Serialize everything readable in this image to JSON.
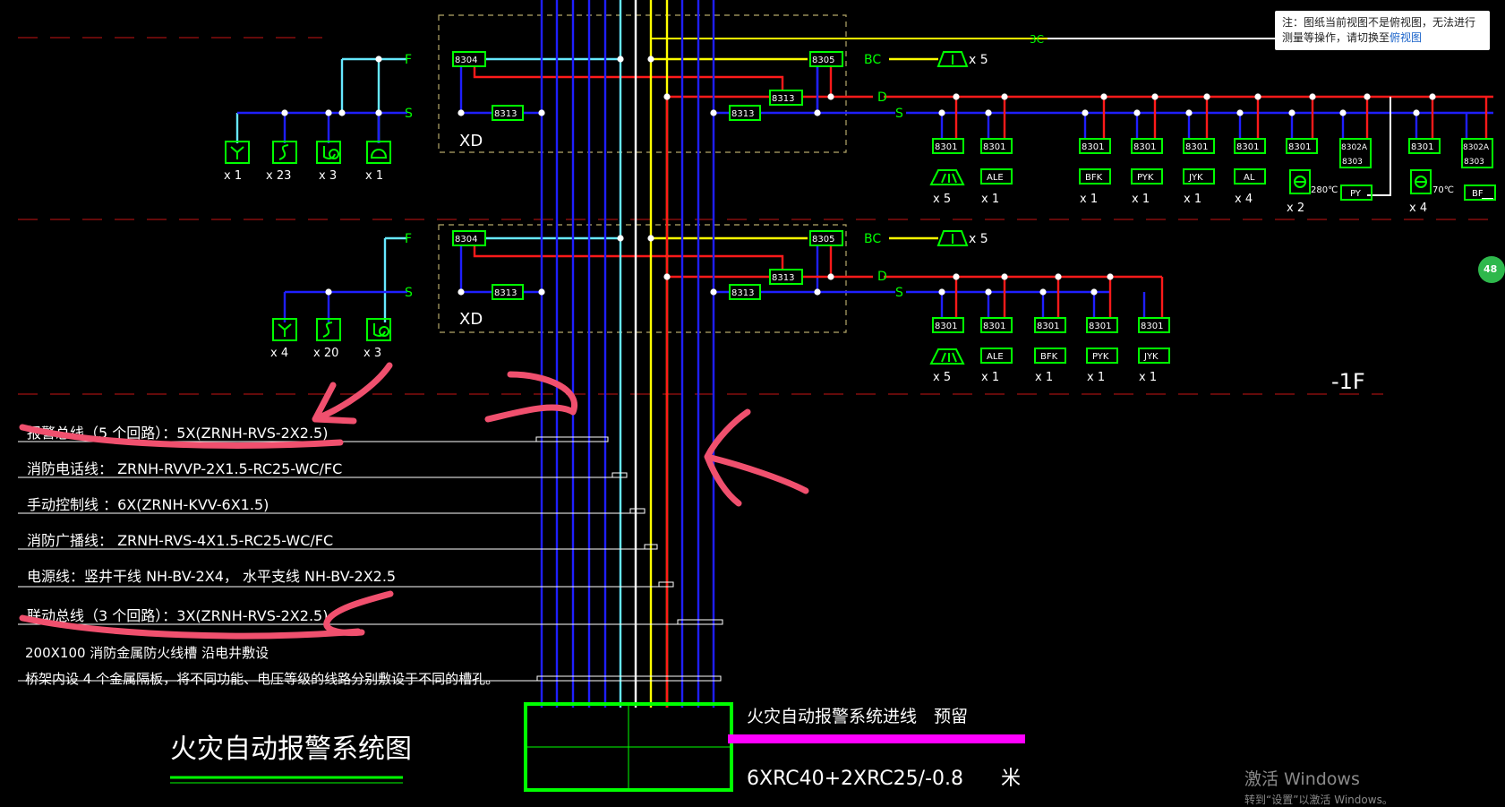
{
  "colors": {
    "background": "#000000",
    "device_green": "#00ff00",
    "cyan": "#66e8ff",
    "blue": "#1f1fff",
    "red": "#ff1a1a",
    "yellow": "#ffff00",
    "white": "#ffffff",
    "magenta": "#ff00ff",
    "dashed_red": "#a01010",
    "box_outline": "#b5a86a",
    "annotation": "#f0506e"
  },
  "viewer": {
    "note_text": "注：图纸当前视图不是俯视图，无法进行测量等操作，请切换至",
    "note_link": "俯视图",
    "badge": "48"
  },
  "floor_label": "-1F",
  "labels": {
    "F": "F",
    "S": "S",
    "BC": "BC",
    "D": "D",
    "XD": "XD",
    "bus": "3C",
    "bus_temp1": "280℃",
    "bus_temp2": "70℃",
    "count_5": "x 5"
  },
  "modules": {
    "m8304": "8304",
    "m8305": "8305",
    "m8313": "8313",
    "m8301": "8301",
    "m8302a": "8302A",
    "m8303": "8303"
  },
  "upper": {
    "left_counts": [
      "x 1",
      "x 23",
      "x 3",
      "x 1"
    ],
    "right_devices": [
      {
        "label": "",
        "count": "x 5"
      },
      {
        "label": "ALE",
        "count": "x 1"
      },
      {
        "label": "BFK",
        "count": "x 1"
      },
      {
        "label": "PYK",
        "count": "x 1"
      },
      {
        "label": "JYK",
        "count": "x 1"
      },
      {
        "label": "AL",
        "count": "x 4"
      },
      {
        "label": "",
        "count": "x 2"
      },
      {
        "label": "PY",
        "count": ""
      },
      {
        "label": "",
        "count": "x 4"
      },
      {
        "label": "BF",
        "count": ""
      }
    ]
  },
  "lower": {
    "left_counts": [
      "x 4",
      "x 20",
      "x 3"
    ],
    "right_devices": [
      {
        "label": "",
        "count": "x 5"
      },
      {
        "label": "ALE",
        "count": "x 1"
      },
      {
        "label": "BFK",
        "count": "x 1"
      },
      {
        "label": "PYK",
        "count": "x 1"
      },
      {
        "label": "JYK",
        "count": "x 1"
      }
    ]
  },
  "legend": [
    "报警总线（5 个回路）：5X(ZRNH-RVS-2X2.5)",
    "消防电话线： ZRNH-RVVP-2X1.5-RC25-WC/FC",
    "手动控制线 ：6X(ZRNH-KVV-6X1.5)",
    "消防广播线： ZRNH-RVS-4X1.5-RC25-WC/FC",
    "电源线：竖井干线 NH-BV-2X4，    水平支线 NH-BV-2X2.5",
    "联动总线（3 个回路）：3X(ZRNH-RVS-2X2.5)",
    "200X100    消防金属防火线槽    沿电井敷设",
    "桥架内设 4 个金属隔板，将不同功能、电压等级的线路分别敷设于不同的槽孔。"
  ],
  "title": "火灾自动报警系统图",
  "entry": {
    "line1": "火灾自动报警系统进线",
    "reserve": "预留",
    "spec": "6XRC40+2XRC25/-0.8",
    "unit": "米"
  },
  "watermark": {
    "line1": "激活 Windows",
    "line2": "转到“设置”以激活 Windows。"
  }
}
